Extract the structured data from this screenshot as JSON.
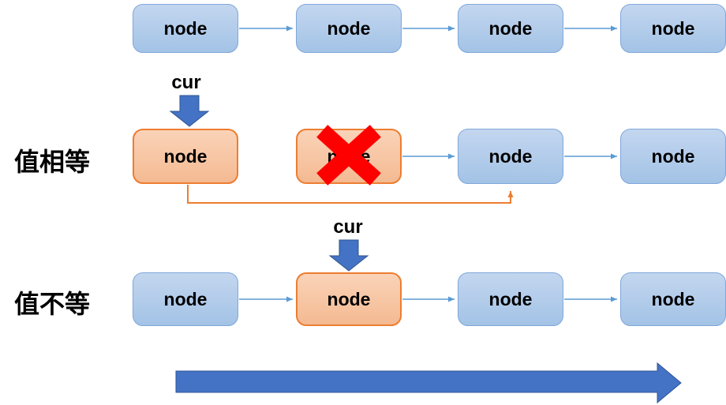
{
  "diagram": {
    "description_labels": {
      "row2_label": "值相等",
      "row3_label": "值不等",
      "cur_pointer_label": "cur"
    },
    "rows": [
      {
        "label": "",
        "nodes": [
          {
            "label": "node",
            "state": "normal"
          },
          {
            "label": "node",
            "state": "normal"
          },
          {
            "label": "node",
            "state": "normal"
          },
          {
            "label": "node",
            "state": "normal"
          }
        ]
      },
      {
        "label": "值相等",
        "cur_label": "cur",
        "nodes": [
          {
            "label": "node",
            "state": "current"
          },
          {
            "label": "node",
            "state": "deleted"
          },
          {
            "label": "node",
            "state": "normal"
          },
          {
            "label": "node",
            "state": "normal"
          }
        ]
      },
      {
        "label": "值不等",
        "cur_label": "cur",
        "nodes": [
          {
            "label": "node",
            "state": "normal"
          },
          {
            "label": "node",
            "state": "current"
          },
          {
            "label": "node",
            "state": "normal"
          },
          {
            "label": "node",
            "state": "normal"
          }
        ]
      }
    ],
    "colors": {
      "node_blue_fill": "#AECBEA",
      "node_blue_border": "#7FA7DA",
      "node_orange_fill": "#F7C6A6",
      "node_orange_border": "#ED7D31",
      "connector_blue": "#5B9BD5",
      "skip_arrow_orange": "#ED7D31",
      "block_arrow_blue": "#4472C4",
      "delete_mark_red": "#FF0000",
      "text": "#000000"
    }
  }
}
